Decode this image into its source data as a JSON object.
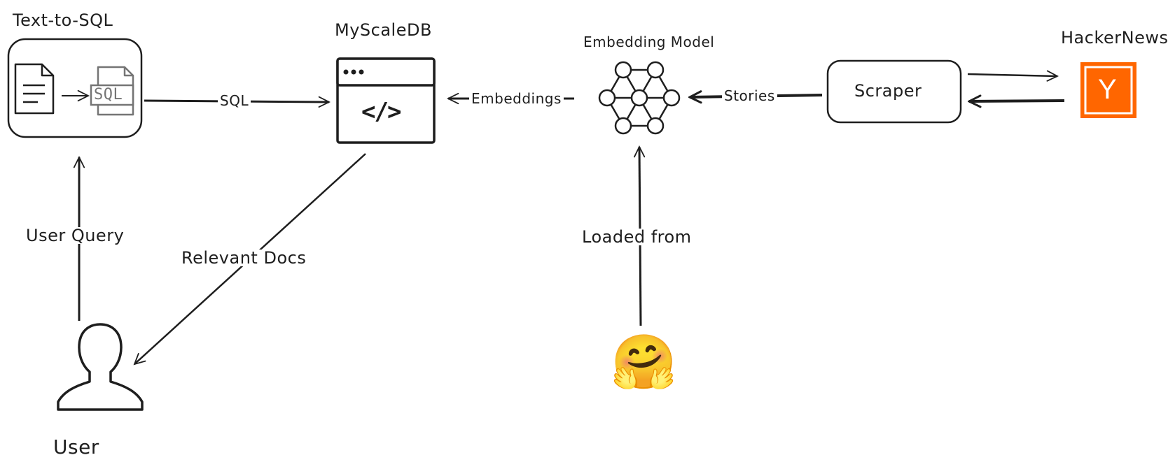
{
  "nodes": {
    "text_to_sql": {
      "title": "Text-to-SQL",
      "file_tag": "SQL"
    },
    "myscaledb": {
      "title": "MyScaleDB",
      "code_glyph": "</>"
    },
    "embedding_model": {
      "title": "Embedding Model"
    },
    "scraper": {
      "label": "Scraper"
    },
    "hackernews": {
      "title": "HackerNews",
      "logo_letter": "Y"
    },
    "user": {
      "label": "User"
    },
    "huggingface": {
      "icon": "hugging-face-emoji",
      "glyph": "🤗"
    }
  },
  "edges": {
    "sql": "SQL",
    "embeddings": "Embeddings",
    "stories": "Stories",
    "user_query": "User Query",
    "relevant_docs": "Relevant Docs",
    "loaded_from": "Loaded from"
  },
  "colors": {
    "stroke": "#1e1e1e",
    "file_gray": "#757575",
    "hackernews_orange": "#ff6600",
    "background": "#ffffff"
  }
}
